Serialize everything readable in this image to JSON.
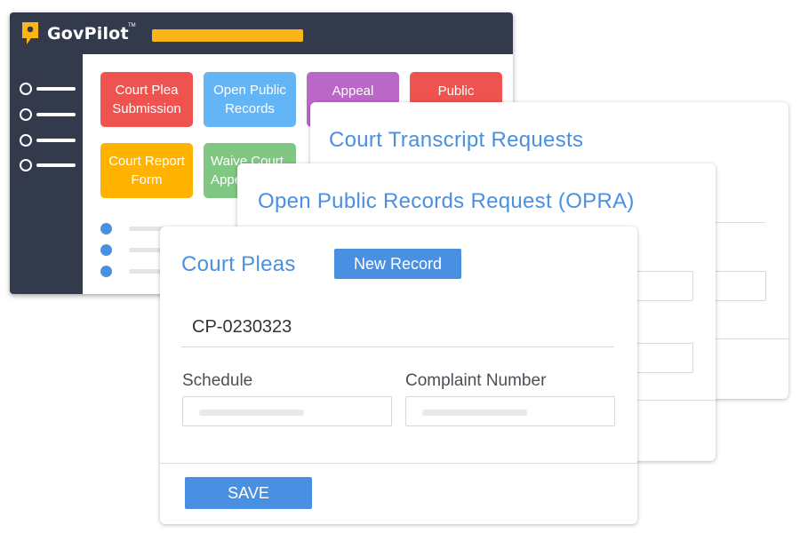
{
  "app": {
    "brand": "GovPilot",
    "trademark": "TM",
    "accent_color": "#fcb516",
    "header_color": "#323a4b"
  },
  "sidebar": {
    "items": [
      {
        "icon": "radio-icon"
      },
      {
        "icon": "radio-icon"
      },
      {
        "icon": "radio-icon"
      },
      {
        "icon": "radio-icon"
      }
    ]
  },
  "tiles": [
    {
      "label": "Court Plea Submission",
      "color": "#ef5350"
    },
    {
      "label": "Open Public Records",
      "color": "#64b5f6"
    },
    {
      "label": "Appeal",
      "color": "#ba68c8"
    },
    {
      "label": "Public",
      "color": "#ef5350"
    },
    {
      "label": "Court Report Form",
      "color": "#ffb300"
    },
    {
      "label": "Waive Court Appe",
      "color": "#81c784"
    }
  ],
  "card_transcript": {
    "title": "Court Transcript Requests"
  },
  "card_opra": {
    "title": "Open Public Records Request (OPRA)"
  },
  "card_pleas": {
    "title": "Court Pleas",
    "new_record_label": "New Record",
    "record_id": "CP-0230323",
    "schedule_label": "Schedule",
    "complaint_label": "Complaint Number",
    "save_label": "SAVE"
  },
  "colors": {
    "primary_blue": "#4a90e2"
  }
}
